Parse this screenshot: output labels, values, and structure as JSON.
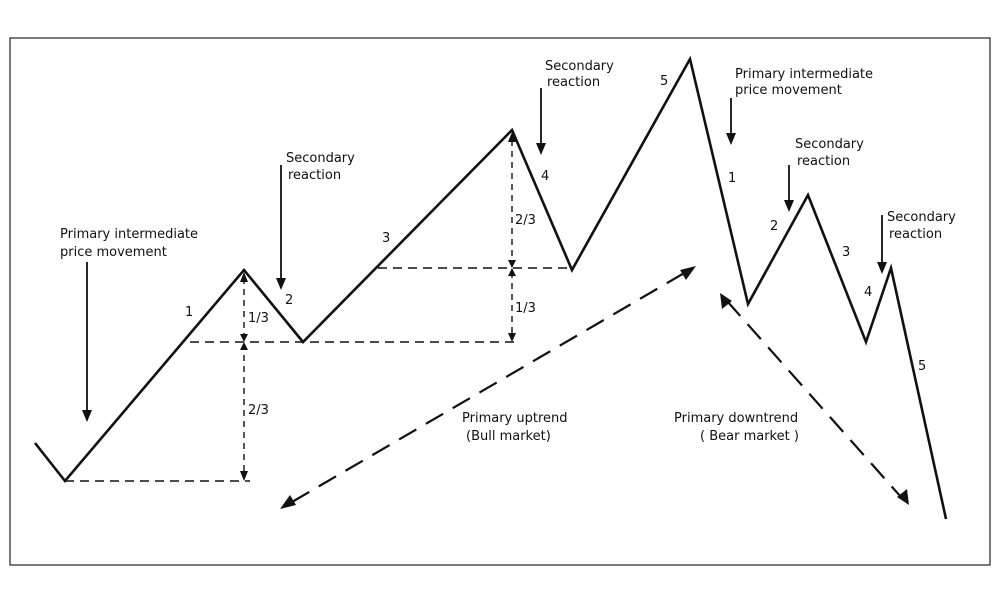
{
  "annotations": {
    "primary_movement_left": [
      "Primary intermediate",
      "price movement"
    ],
    "primary_movement_right": [
      "Primary intermediate",
      "price movement"
    ],
    "secondary_reaction_1": [
      "Secondary",
      "reaction"
    ],
    "secondary_reaction_2": [
      "Secondary",
      "reaction"
    ],
    "secondary_reaction_3": [
      "Secondary",
      "reaction"
    ],
    "secondary_reaction_4": [
      "Secondary",
      "reaction"
    ],
    "primary_uptrend": [
      "Primary uptrend",
      "(Bull market)"
    ],
    "primary_downtrend": [
      "Primary downtrend",
      "( Bear market )"
    ]
  },
  "wave_labels": {
    "up": [
      "1",
      "2",
      "3",
      "4",
      "5"
    ],
    "down": [
      "1",
      "2",
      "3",
      "4",
      "5"
    ]
  },
  "ratios": {
    "first_upper": "1/3",
    "first_lower": "2/3",
    "second_upper": "2/3",
    "second_lower": "1/3"
  }
}
